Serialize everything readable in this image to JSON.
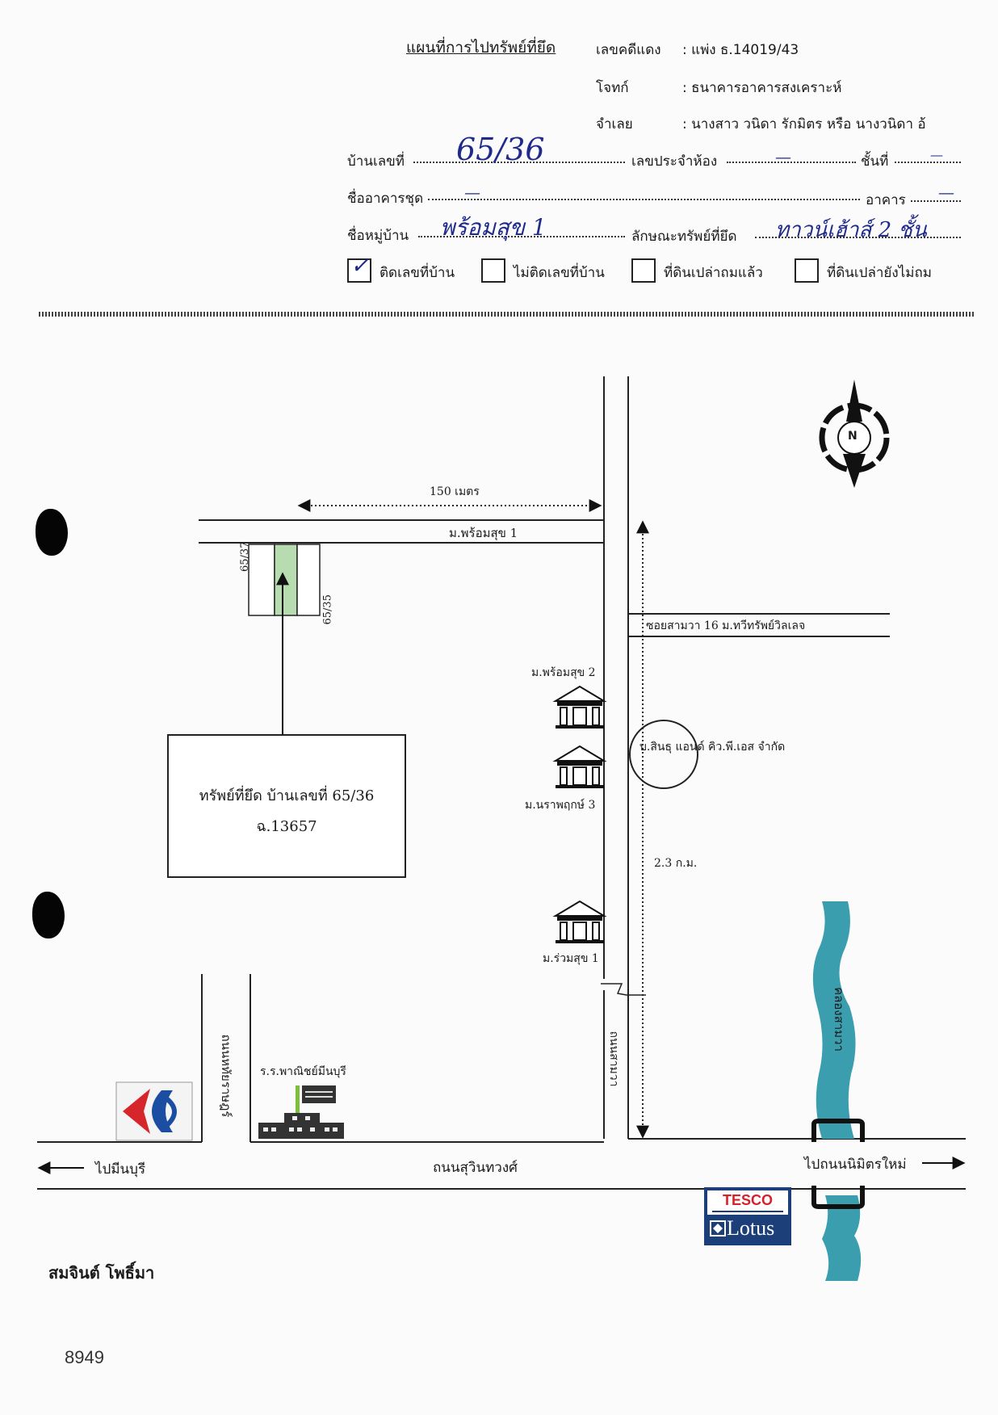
{
  "header": {
    "title": "แผนที่การไปทรัพย์ที่ยึด",
    "red_case_label": "เลขคดีแดง",
    "red_case_value": ": แพ่ง ธ.14019/43",
    "plaintiff_label": "โจทก์",
    "plaintiff_value": ": ธนาคารอาคารสงเคราะห์",
    "defendant_label": "จำเลย",
    "defendant_value": ": นางสาว วนิดา รักมิตร หรือ นางวนิดา อ้"
  },
  "form": {
    "house_no_label": "บ้านเลขที่",
    "house_no_value": "65/36",
    "room_no_label": "เลขประจำห้อง",
    "room_no_value": "—",
    "floor_label": "ชั้นที่",
    "floor_value": "—",
    "condo_label": "ชื่ออาคารชุด",
    "condo_value": "—",
    "building_label": "อาคาร",
    "building_value": "—",
    "village_label": "ชื่อหมู่บ้าน",
    "village_value": "พร้อมสุข 1",
    "property_type_label": "ลักษณะทรัพย์ที่ยึด",
    "property_type_value": "ทาวน์เฮ้าส์ 2 ชั้น",
    "checkboxes": [
      {
        "label": "ติดเลขที่บ้าน",
        "checked": true
      },
      {
        "label": "ไม่ติดเลขที่บ้าน",
        "checked": false
      },
      {
        "label": "ที่ดินเปล่าถมแล้ว",
        "checked": false
      },
      {
        "label": "ที่ดินเปล่ายังไม่ถม",
        "checked": false
      }
    ]
  },
  "map": {
    "compass_letter": "N",
    "distance_top": "150 เมตร",
    "road_village1": "ม.พร้อมสุข 1",
    "lot_left": "65/37",
    "lot_right": "65/35",
    "soi_label": "ซอยสามวา 16 ม.ทวีทรัพย์วิลเลจ",
    "village2": "ม.พร้อมสุข 2",
    "company": "บ.สินธุ แอนด์ คิว.พี.เอส จำกัด",
    "village_narapruk": "ม.นราพฤกษ์ 3",
    "distance_right": "2.3 ก.ม.",
    "village_ruamsuk": "ม.ร่วมสุข 1",
    "property_box_line1": "ทรัพย์ที่ยึด บ้านเลขที่ 65/36",
    "property_box_line2": "ฉ.13657",
    "road_hathairat": "ถนนหทัยราษฎร์",
    "school": "ร.ร.พาณิชย์มีนบุรี",
    "road_samwa": "ถนนสามวา",
    "canal": "คลองสามวา",
    "road_suwinthawong": "ถนนสุวินทวงศ์",
    "to_minburi": "ไปมีนบุรี",
    "to_nimitmai": "ไปถนนนิมิตรใหม่",
    "tesco_top": "TESCO",
    "tesco_bottom": "Lotus",
    "carrefour_letter": "C"
  },
  "footer": {
    "author": "สมจินต์ โพธิ์มา",
    "number": "8949"
  },
  "colors": {
    "canal": "#3a9eaf",
    "lot_highlight": "#b7dcb0",
    "handwriting": "#1f2a8c",
    "tesco_blue": "#1c3f7a",
    "tesco_red": "#d8202a"
  }
}
